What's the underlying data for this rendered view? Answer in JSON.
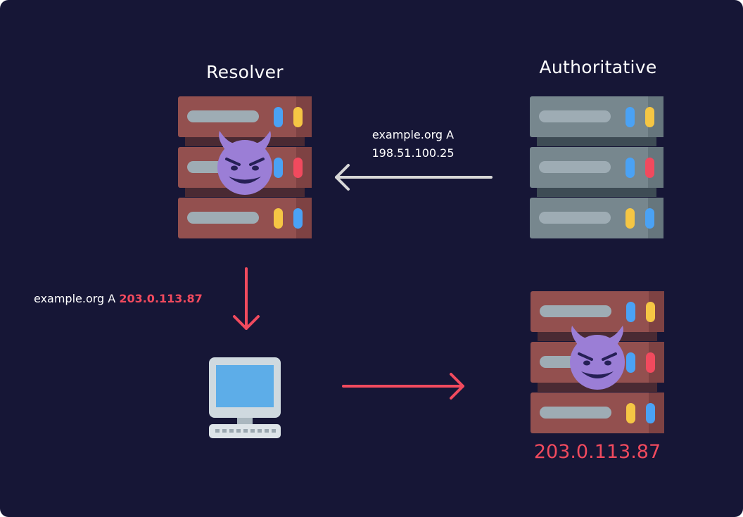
{
  "resolver": {
    "title": "Resolver",
    "malicious_icon": "smiling-face-with-horns"
  },
  "authoritative": {
    "title": "Authoritative",
    "response_name": "example.org A",
    "response_ip": "198.51.100.25"
  },
  "poisoned_response": {
    "name": "example.org A",
    "ip": "203.0.113.87"
  },
  "attacker": {
    "ip": "203.0.113.87",
    "malicious_icon": "smiling-face-with-horns"
  },
  "colors": {
    "background": "#161636",
    "legit_arrow": "#d7d7d7",
    "malicious_arrow": "#f14a5e",
    "malicious_server": "#93504f",
    "legit_server": "#77878e",
    "devil": "#9b7ed6"
  }
}
